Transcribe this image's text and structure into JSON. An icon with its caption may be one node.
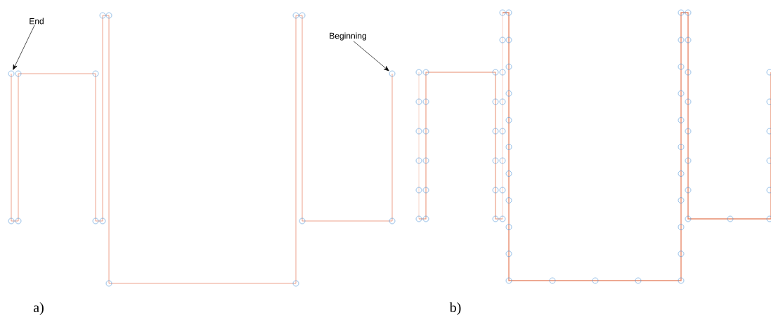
{
  "diagram": {
    "nodes": [
      {
        "text": [
          "End"
        ]
      },
      {
        "text": [],
        "shape": "circle"
      },
      {
        "text": [
          "Beginning"
        ]
      },
      {
        "text": [],
        "shape": "circle"
      }
    ],
    "edges": [
      {
        "from": 0,
        "to": 1,
        "arrow": "to"
      },
      {
        "from": 2,
        "to": 3,
        "arrow": "to"
      }
    ],
    "labels": [
      "a)",
      "b)"
    ]
  }
}
